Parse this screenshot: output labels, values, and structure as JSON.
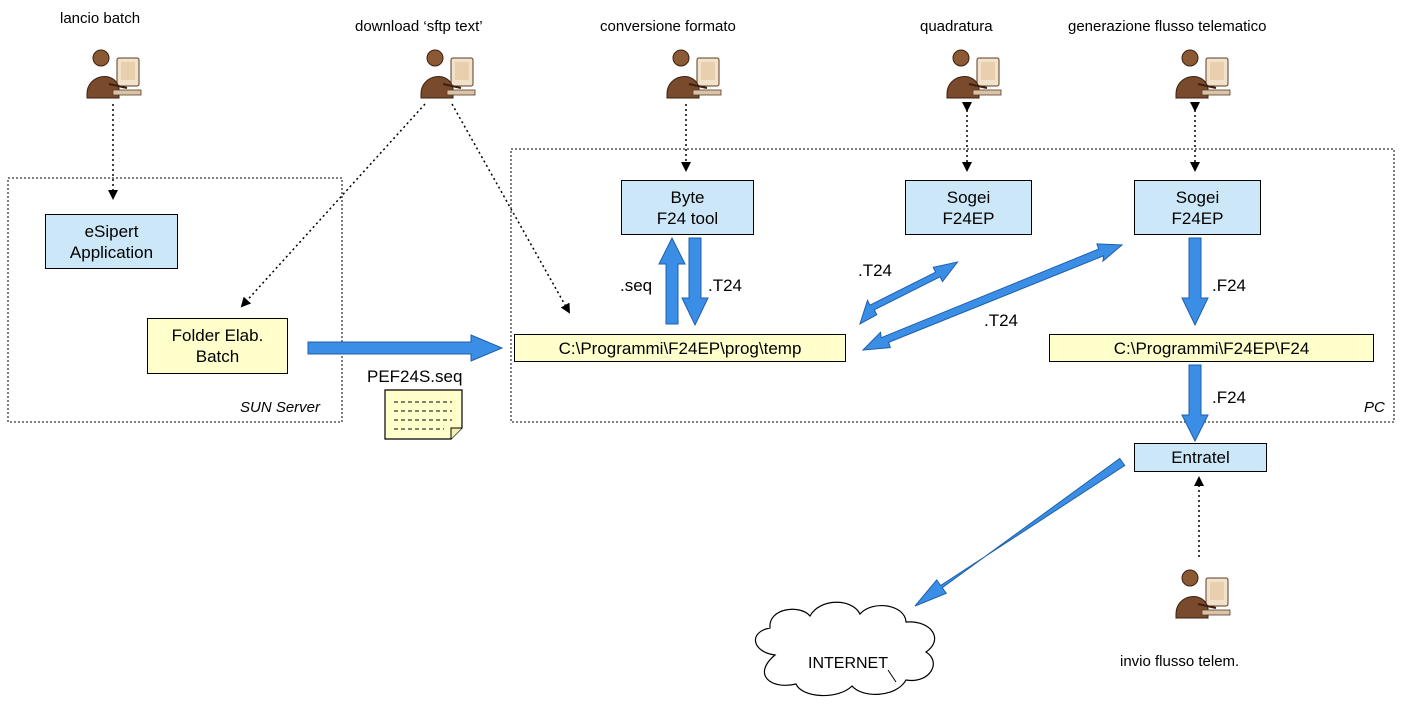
{
  "colors": {
    "box_blue": "#cce8f8",
    "box_yellow": "#ffffcc",
    "arrow_blue": "#3a8ee6",
    "arrow_stroke": "#1f5fa8"
  },
  "actors": {
    "lancio": "lancio batch",
    "download": "download ‘sftp text’",
    "conversione": "conversione formato",
    "quadratura": "quadratura",
    "generazione": "generazione flusso telematico",
    "invio": "invio flusso telem."
  },
  "regions": {
    "sun": "SUN Server",
    "pc": "PC"
  },
  "boxes": {
    "esipert": [
      "eSipert",
      "Application"
    ],
    "folder": [
      "Folder Elab.",
      "Batch"
    ],
    "byte": [
      "Byte",
      "F24 tool"
    ],
    "sogei1": [
      "Sogei",
      "F24EP"
    ],
    "sogei2": [
      "Sogei",
      "F24EP"
    ],
    "temp_path": "C:\\Programmi\\F24EP\\prog\\temp",
    "f24_path": "C:\\Programmi\\F24EP\\F24",
    "entratel": "Entratel"
  },
  "file_doc": "PEF24S.seq",
  "flow_labels": {
    "seq": ".seq",
    "t24_down": ".T24",
    "t24_sogei1": ".T24",
    "t24_sogei2": ".T24",
    "f24_a": ".F24",
    "f24_b": ".F24"
  },
  "cloud": "INTERNET",
  "icons": {
    "person": "person-at-computer-icon",
    "document": "document-icon",
    "cloud": "cloud-icon"
  }
}
